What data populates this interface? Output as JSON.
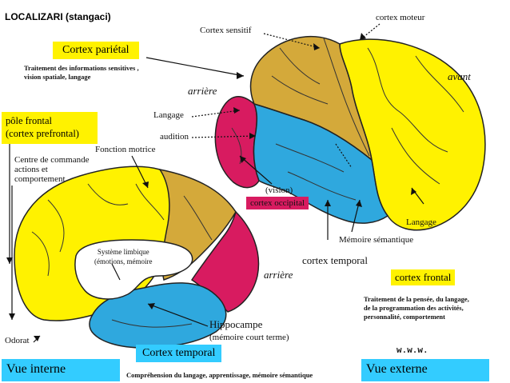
{
  "title": "LOCALIZARI (stangaci)",
  "colors": {
    "yellow": "#FFF200",
    "gold": "#D4A93A",
    "magenta": "#D81B60",
    "blue": "#2FA8DE",
    "cyan_box": "#33CCFF",
    "outline": "#222222",
    "white_core": "#FFFFFF"
  },
  "external": {
    "cortex_sensitif": "Cortex sensitif",
    "cortex_moteur": "cortex moteur",
    "avant": "avant",
    "arriere": "arrière",
    "langage": "Langage",
    "audition": "audition",
    "vision": "(vision)",
    "cortex_occipital": "cortex occipital",
    "langage_bottom": "Langage",
    "memoire_semantique": "Mémoire sémantique",
    "cortex_temporal": "cortex temporal",
    "cortex_frontal": "cortex frontal",
    "frontal_desc": "Traitement de la pensée, du langage,\nde la programmation des activités,\npersonnalité, comportement",
    "vue_externe": "Vue externe",
    "www": "w.w.w."
  },
  "internal": {
    "cortex_parietal": "Cortex pariétal",
    "parietal_desc": "Traitement des informations sensitives ,\nvision spatiale, langage",
    "pole_frontal": "pôle frontal\n(cortex prefrontal)",
    "centre_commande": "Centre de commande\nactions et\ncomportement",
    "fonction_motrice": "Fonction motrice",
    "systeme_limbique": "Système limbique\n(émotions, mémoire",
    "arriere": "arrière",
    "hippocampe": "Hippocampe",
    "memoire_court": "(mémoire court terme)",
    "odorat": "Odorat",
    "cortex_temporal": "Cortex temporal",
    "temporal_desc": "Compréhension du langage, apprentissage, mémoire sémantique",
    "vue_interne": "Vue interne"
  }
}
